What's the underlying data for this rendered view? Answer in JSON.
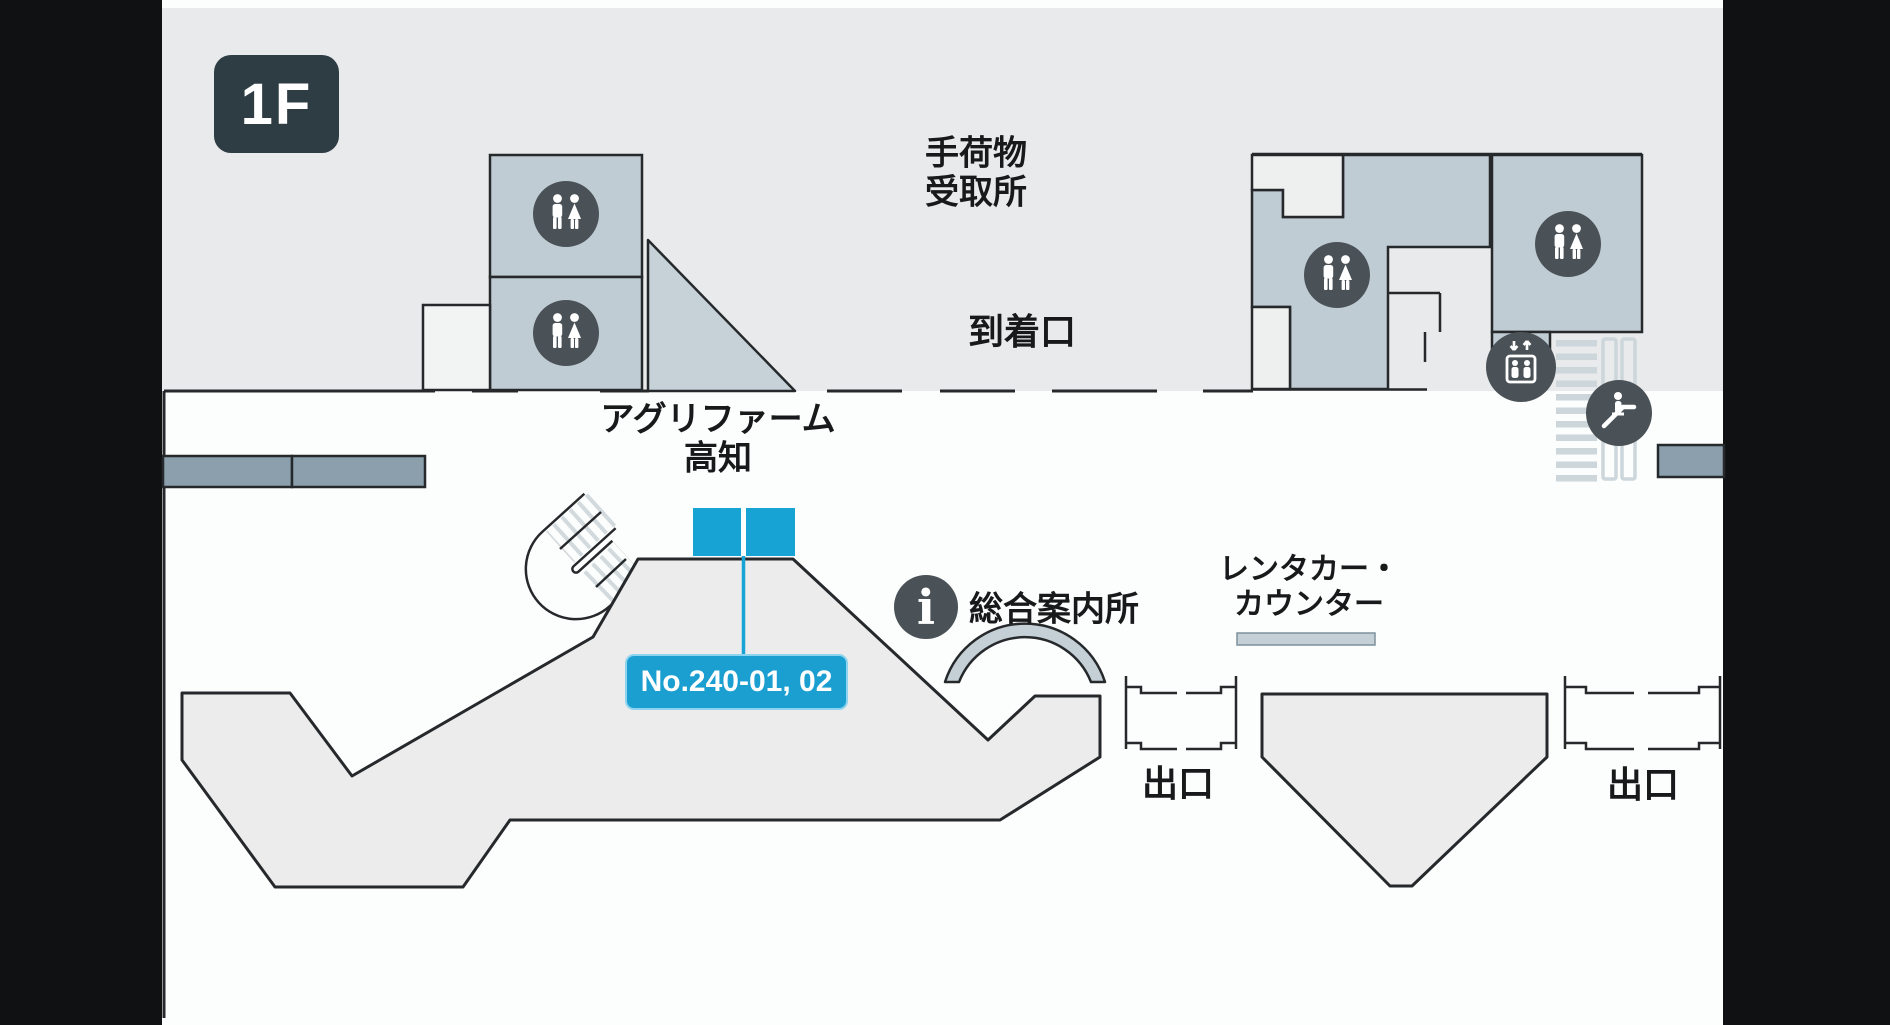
{
  "floor_badge": {
    "label": "1F"
  },
  "labels": {
    "baggage_claim_line1": "手荷物",
    "baggage_claim_line2": "受取所",
    "arrival_gate": "到着口",
    "shop_name_line1": "アグリファーム",
    "shop_name_line2": "高知",
    "shop_number": "No.240-01, 02",
    "information_desk": "総合案内所",
    "rental_car_line1": "レンタカー・",
    "rental_car_line2": "カウンター",
    "exit_left": "出口",
    "exit_right": "出口",
    "info_glyph": "i"
  },
  "icons": {
    "restroom": "man-woman-figures",
    "elevator": "cab-with-up-down-arrows",
    "escalator": "person-on-escalator",
    "information": "letter-i-in-circle"
  },
  "colors": {
    "frame_black": "#101113",
    "arrival_hall_bg": "#e9eaeb",
    "corridor_bg": "#fcfdfd",
    "building_fill": "#ececec",
    "room_blue_gray": "#c0ccd4",
    "counter_dark_bar": "#8ba0ac",
    "counter_light_bar": "#c5d0d6",
    "wall_stroke": "#26292b",
    "icon_circle": "#4a5257",
    "highlight_blue": "#18a3d5",
    "badge_blue": "#1b9fd1",
    "floor_badge_bg": "#2e3c43",
    "tread_gray": "#ccd6db"
  }
}
